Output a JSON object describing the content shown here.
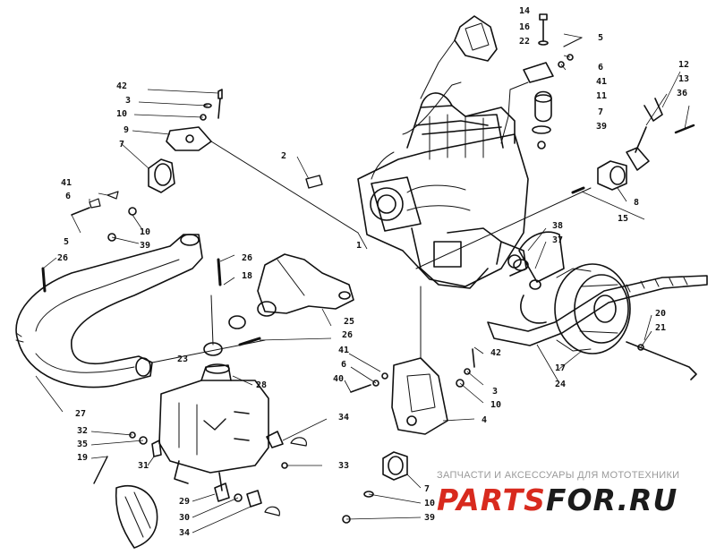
{
  "diagram": {
    "callouts": [
      {
        "id": "c14",
        "text": "14"
      },
      {
        "id": "c16",
        "text": "16"
      },
      {
        "id": "c22",
        "text": "22"
      },
      {
        "id": "c5a",
        "text": "5"
      },
      {
        "id": "c6a",
        "text": "6"
      },
      {
        "id": "c41a",
        "text": "41"
      },
      {
        "id": "c11",
        "text": "11"
      },
      {
        "id": "c7a",
        "text": "7"
      },
      {
        "id": "c39a",
        "text": "39"
      },
      {
        "id": "c12",
        "text": "12"
      },
      {
        "id": "c13",
        "text": "13"
      },
      {
        "id": "c36",
        "text": "36"
      },
      {
        "id": "c8",
        "text": "8"
      },
      {
        "id": "c15",
        "text": "15"
      },
      {
        "id": "c42a",
        "text": "42"
      },
      {
        "id": "c3a",
        "text": "3"
      },
      {
        "id": "c10a",
        "text": "10"
      },
      {
        "id": "c9",
        "text": "9"
      },
      {
        "id": "c7b",
        "text": "7"
      },
      {
        "id": "c2",
        "text": "2"
      },
      {
        "id": "c41b",
        "text": "41"
      },
      {
        "id": "c6b",
        "text": "6"
      },
      {
        "id": "c5b",
        "text": "5"
      },
      {
        "id": "c10b",
        "text": "10"
      },
      {
        "id": "c39b",
        "text": "39"
      },
      {
        "id": "c1",
        "text": "1"
      },
      {
        "id": "c26a",
        "text": "26"
      },
      {
        "id": "c26b",
        "text": "26"
      },
      {
        "id": "c18",
        "text": "18"
      },
      {
        "id": "c25",
        "text": "25"
      },
      {
        "id": "c26c",
        "text": "26"
      },
      {
        "id": "c23",
        "text": "23"
      },
      {
        "id": "c28",
        "text": "28"
      },
      {
        "id": "c27",
        "text": "27"
      },
      {
        "id": "c38",
        "text": "38"
      },
      {
        "id": "c37",
        "text": "37"
      },
      {
        "id": "c20",
        "text": "20"
      },
      {
        "id": "c21",
        "text": "21"
      },
      {
        "id": "c17",
        "text": "17"
      },
      {
        "id": "c24",
        "text": "24"
      },
      {
        "id": "c41c",
        "text": "41"
      },
      {
        "id": "c6c",
        "text": "6"
      },
      {
        "id": "c40",
        "text": "40"
      },
      {
        "id": "c42b",
        "text": "42"
      },
      {
        "id": "c3b",
        "text": "3"
      },
      {
        "id": "c10c",
        "text": "10"
      },
      {
        "id": "c4",
        "text": "4"
      },
      {
        "id": "c34a",
        "text": "34"
      },
      {
        "id": "c33",
        "text": "33"
      },
      {
        "id": "c32",
        "text": "32"
      },
      {
        "id": "c35",
        "text": "35"
      },
      {
        "id": "c19",
        "text": "19"
      },
      {
        "id": "c31",
        "text": "31"
      },
      {
        "id": "c7c",
        "text": "7"
      },
      {
        "id": "c10d",
        "text": "10"
      },
      {
        "id": "c39c",
        "text": "39"
      },
      {
        "id": "c29",
        "text": "29"
      },
      {
        "id": "c30",
        "text": "30"
      },
      {
        "id": "c34b",
        "text": "34"
      }
    ]
  },
  "watermark": {
    "tagline": "ЗАПЧАСТИ И АКСЕССУАРЫ ДЛЯ МОТОТЕХНИКИ",
    "logo_part1": "PARTS",
    "logo_part2": "FOR.RU"
  }
}
